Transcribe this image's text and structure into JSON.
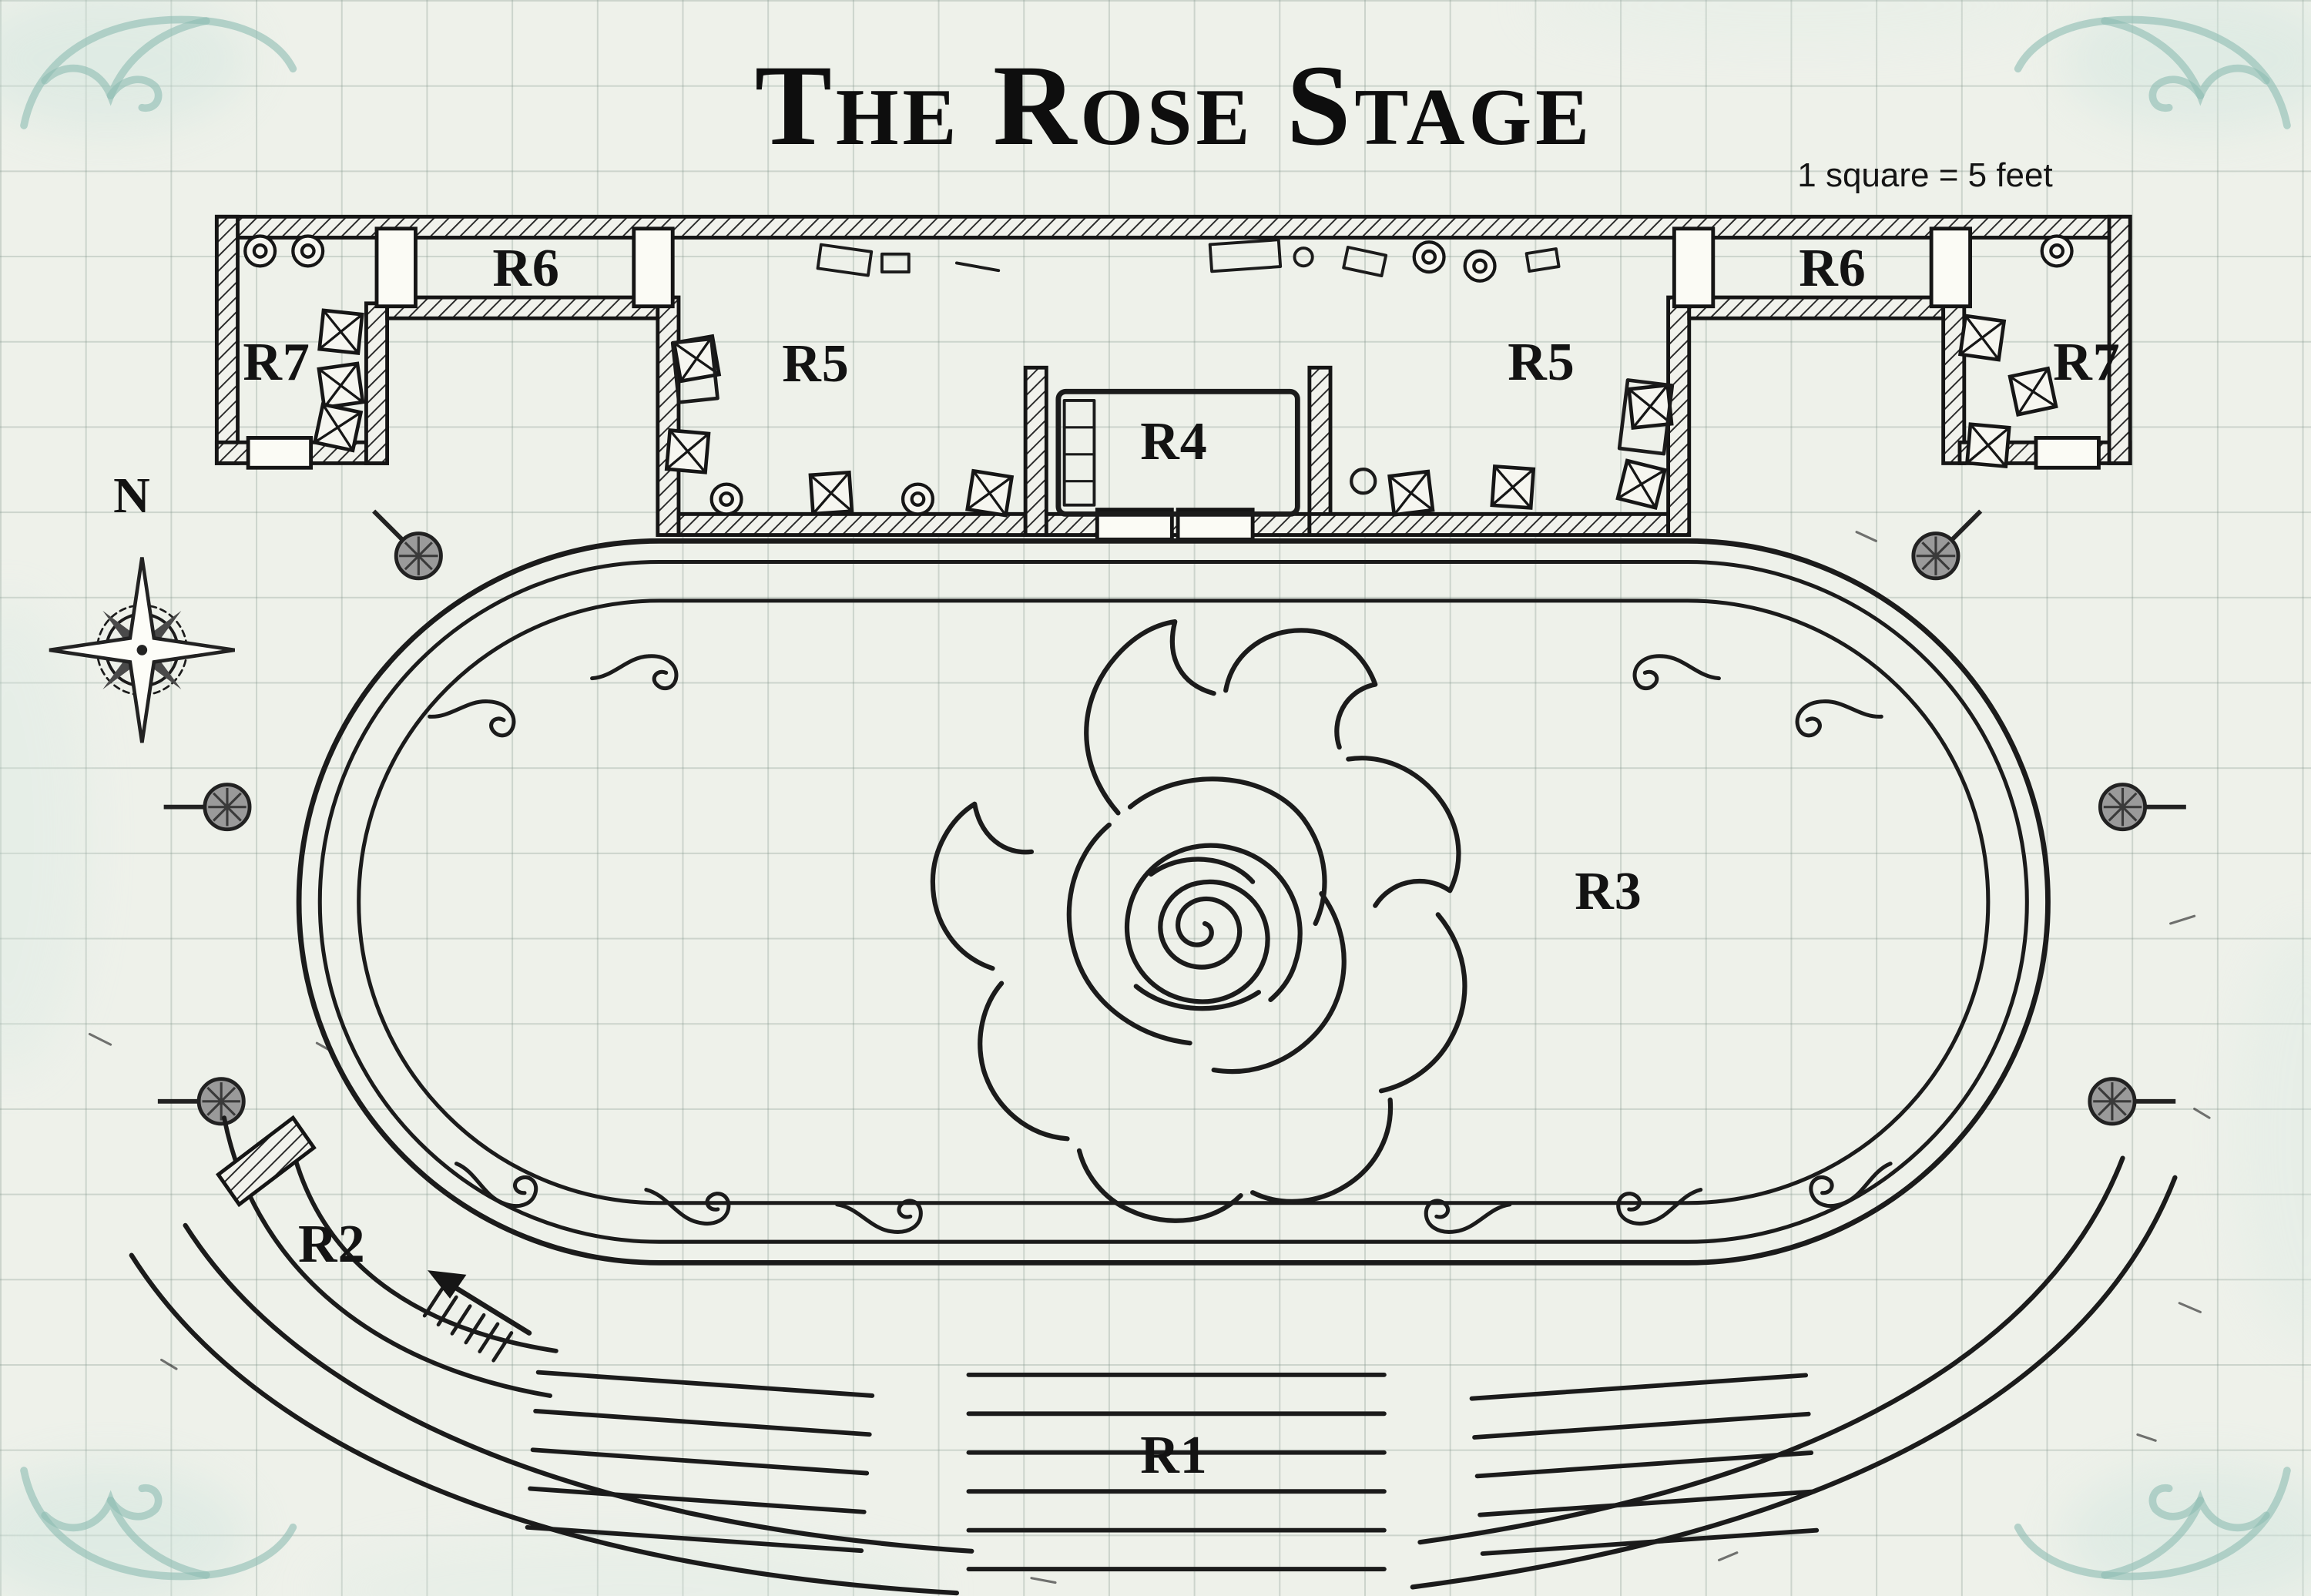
{
  "page": {
    "title": "The Rose Stage",
    "scale_note": "1 square = 5 feet"
  },
  "compass": {
    "north_label": "N"
  },
  "room_labels": {
    "r1": "R1",
    "r2": "R2",
    "r3": "R3",
    "r4": "R4",
    "r5": "R5",
    "r6": "R6",
    "r7": "R7"
  },
  "icons": {
    "compass": "compass-rose-icon",
    "torch": "torch-icon",
    "crate": "crate-icon",
    "barrel": "barrel-icon",
    "entry_arrow": "arrow-icon",
    "wave_ornament": "wave-ornament-icon",
    "corner_flourish": "corner-flourish-icon",
    "rose": "rose-icon"
  },
  "colors": {
    "ink": "#1b1b1b",
    "paper": "#eef1ea",
    "grid_line": "#aebcb2",
    "accent_teal": "#8dbdb2"
  }
}
